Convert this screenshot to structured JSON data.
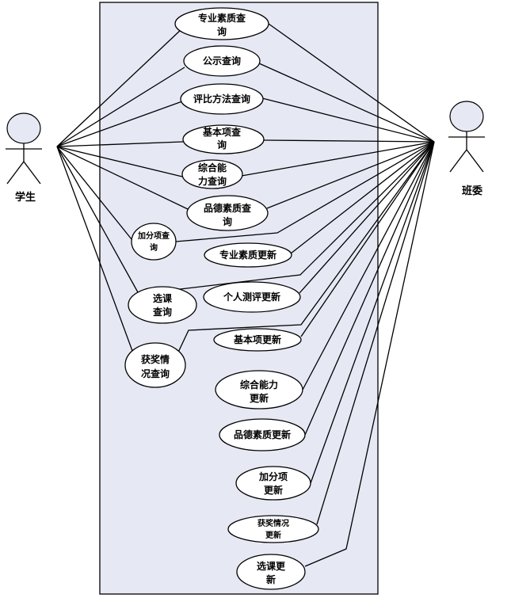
{
  "actors": {
    "student": {
      "label": "学生"
    },
    "committee": {
      "label": "班委"
    }
  },
  "use_cases": [
    {
      "id": "prof-quality-query",
      "lines": [
        "专业素质查",
        "询"
      ]
    },
    {
      "id": "notice-query",
      "lines": [
        "公示查询"
      ]
    },
    {
      "id": "evaluation-method-query",
      "lines": [
        "评比方法查询"
      ]
    },
    {
      "id": "basic-item-query",
      "lines": [
        "基本项查",
        "询"
      ]
    },
    {
      "id": "ability-query",
      "lines": [
        "综合能",
        "力查询"
      ]
    },
    {
      "id": "moral-quality-query",
      "lines": [
        "品德素质查",
        "询"
      ]
    },
    {
      "id": "bonus-query",
      "lines": [
        "加分项查",
        "询"
      ]
    },
    {
      "id": "prof-quality-update",
      "lines": [
        "专业素质更新"
      ]
    },
    {
      "id": "course-query",
      "lines": [
        "选课",
        "查询"
      ]
    },
    {
      "id": "self-eval-update",
      "lines": [
        "个人测评更新"
      ]
    },
    {
      "id": "basic-item-update",
      "lines": [
        "基本项更新"
      ]
    },
    {
      "id": "award-query",
      "lines": [
        "获奖情",
        "况查询"
      ]
    },
    {
      "id": "ability-update",
      "lines": [
        "综合能力",
        "更新"
      ]
    },
    {
      "id": "moral-quality-update",
      "lines": [
        "品德素质更新"
      ]
    },
    {
      "id": "bonus-update",
      "lines": [
        "加分项",
        "更新"
      ]
    },
    {
      "id": "award-update",
      "lines": [
        "获奖情况",
        "更新"
      ]
    },
    {
      "id": "course-update",
      "lines": [
        "选课更",
        "新"
      ]
    }
  ]
}
